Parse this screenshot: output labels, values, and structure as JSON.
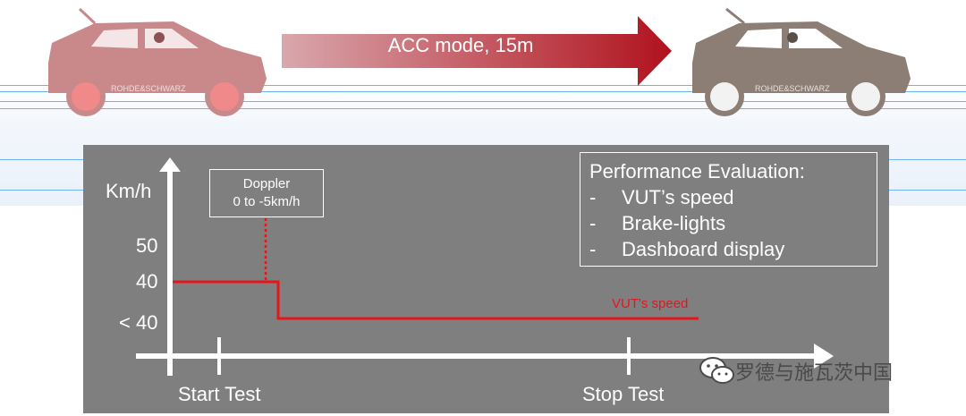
{
  "banner": {
    "arrow_label": "ACC mode, 15m",
    "arrow_color_start": "#d9a7ad",
    "arrow_color_end": "#b0121d",
    "road_color": "#6fb4f2",
    "left_car": {
      "brand": "ROHDE&SCHWARZ",
      "color": "#c9898b",
      "wheel_color": "#f08a8a"
    },
    "right_car": {
      "brand": "ROHDE&SCHWARZ",
      "color": "#8c7e74",
      "wheel_color": "#f2f2f2"
    }
  },
  "panel": {
    "background": "#7f7f7f",
    "y_axis_label": "Km/h",
    "y_ticks": {
      "t50": "50",
      "t40": "40",
      "tlt40": "< 40"
    },
    "x_ticks": {
      "start": "Start Test",
      "stop": "Stop Test"
    },
    "doppler": {
      "line1": "Doppler",
      "line2": "0 to -5km/h"
    },
    "series_label": "VUT's speed",
    "series_color": "#e8141c",
    "performance": {
      "title": "Performance Evaluation:",
      "items": [
        "VUT’s speed",
        "Brake-lights",
        "Dashboard display"
      ]
    }
  },
  "watermark": {
    "text": "罗德与施瓦茨中国",
    "icon": "wechat-icon"
  }
}
